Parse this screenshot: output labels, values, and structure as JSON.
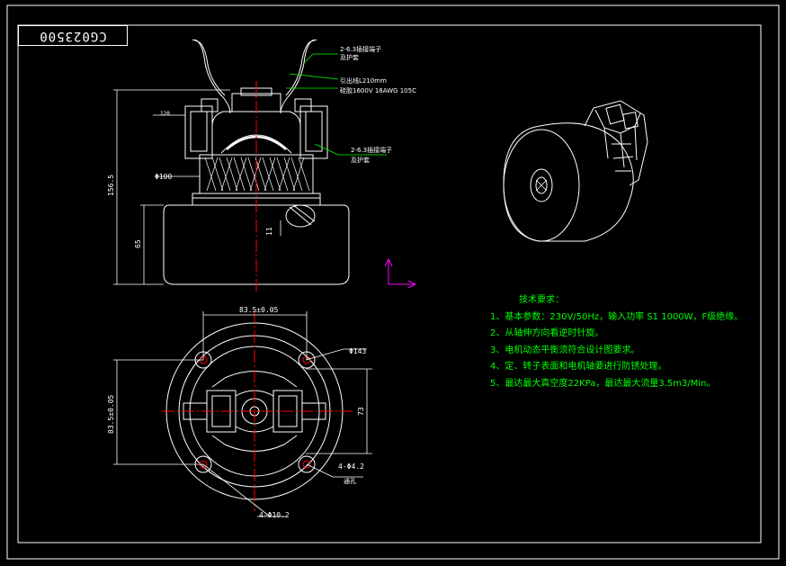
{
  "drawing": {
    "code": "CG023500"
  },
  "side_view": {
    "lead_label": "2-6.3插接端子",
    "lead_label_sub": "及护套",
    "wire_length": "引出线L210mm",
    "wire_spec": "硅胶1600V 18AWG 105C",
    "terminal_label": "2-6.3插接端子",
    "terminal_label_sub": "及护套",
    "dim_total_height": "156.5",
    "dim_body_height": "65",
    "dim_diameter": "Φ100",
    "dim_shaft": "11",
    "dim_120": "120"
  },
  "bottom_view": {
    "dim_width": "83.5±0.05",
    "dim_height": "83.5±0.05",
    "dim_outer": "Φ143",
    "dim_side": "73",
    "dim_holes_small": "4-Φ4.2",
    "dim_holes_small_note": "通孔",
    "dim_holes_large": "4-Φ10.2"
  },
  "notes": {
    "heading": "技术要求：",
    "items": [
      "1、基本参数：230V/50Hz，输入功率 S1 1000W，F级绝缘。",
      "2、从轴伸方向看逆时针旋。",
      "3、电机动态平衡须符合设计图要求。",
      "4、定、转子表面和电机轴要进行防锈处理。",
      "5、最达最大真空度22KPa，最达最大流量3.5m3/Min。"
    ]
  },
  "colors": {
    "background": "#000000",
    "line": "#ffffff",
    "center_line": "#ff0000",
    "note": "#00ff00",
    "leader": "#00ff00",
    "ucs": "#ff00ff"
  }
}
